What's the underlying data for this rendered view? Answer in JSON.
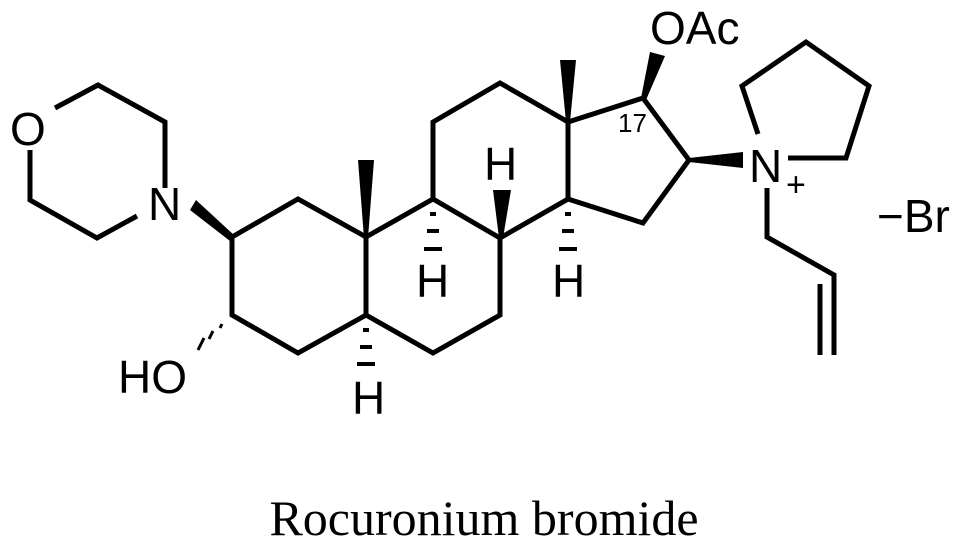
{
  "figure": {
    "caption": "Rocuronium bromide",
    "colors": {
      "ink": "#000000",
      "background": "#ffffff"
    }
  },
  "atoms": {
    "morpholine_O": "O",
    "morpholine_N": "N",
    "hydroxyl": "HO",
    "acetate": "OAc",
    "locant_17": "17",
    "quaternary_N": "N",
    "charge_plus": "+",
    "counterion": "−Br",
    "h_c5": "H",
    "h_c9": "H",
    "h_c8": "H",
    "h_c14": "H"
  }
}
